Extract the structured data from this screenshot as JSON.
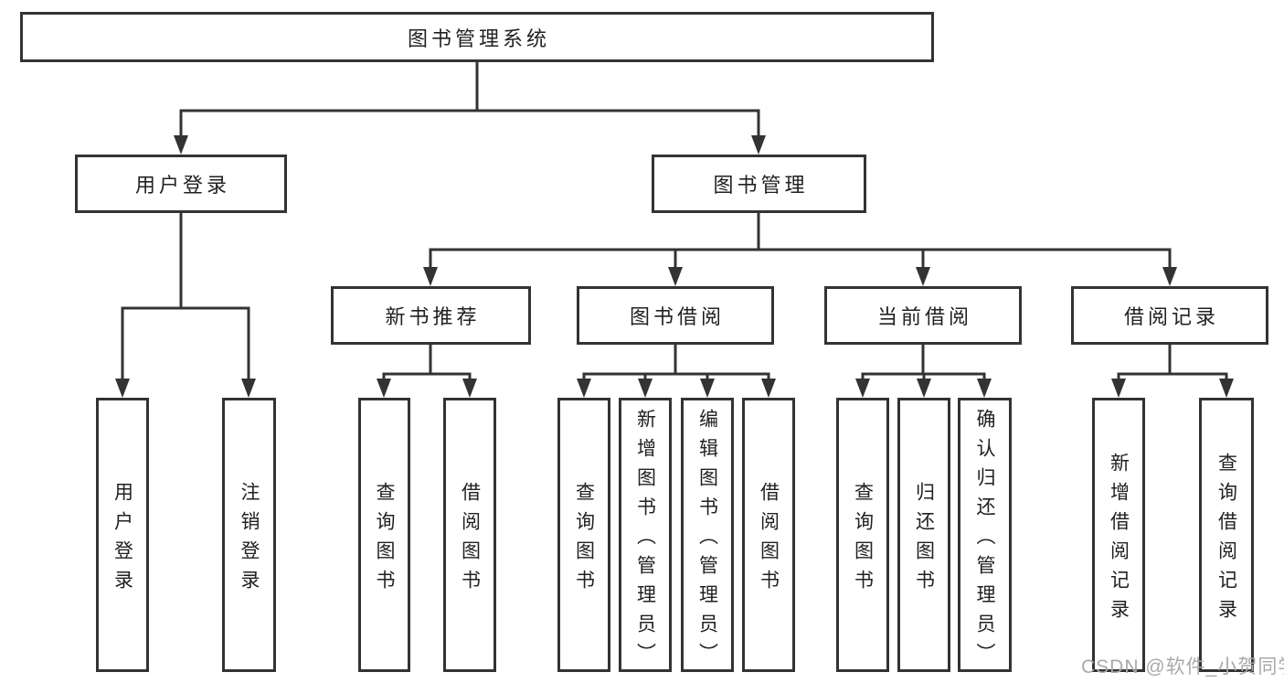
{
  "colors": {
    "line": "#333333",
    "box_border": "#333333",
    "box_background": "#ffffff",
    "text": "#212121",
    "page_background": "#ffffff",
    "watermark": "#a9a9a9"
  },
  "tree": {
    "label": "图书管理系统",
    "children": [
      {
        "label": "用户登录",
        "children": [
          {
            "label": "用户登录"
          },
          {
            "label": "注销登录"
          }
        ]
      },
      {
        "label": "图书管理",
        "children": [
          {
            "label": "新书推荐",
            "children": [
              {
                "label": "查询图书"
              },
              {
                "label": "借阅图书"
              }
            ]
          },
          {
            "label": "图书借阅",
            "children": [
              {
                "label": "查询图书"
              },
              {
                "label": "新增图书（管理员）"
              },
              {
                "label": "编辑图书（管理员）"
              },
              {
                "label": "借阅图书"
              }
            ]
          },
          {
            "label": "当前借阅",
            "children": [
              {
                "label": "查询图书"
              },
              {
                "label": "归还图书"
              },
              {
                "label": "确认归还（管理员）"
              }
            ]
          },
          {
            "label": "借阅记录",
            "children": [
              {
                "label": "新增借阅记录"
              },
              {
                "label": "查询借阅记录"
              }
            ]
          }
        ]
      }
    ]
  },
  "watermark": {
    "text": "CSDN @软件_小贺同学"
  }
}
